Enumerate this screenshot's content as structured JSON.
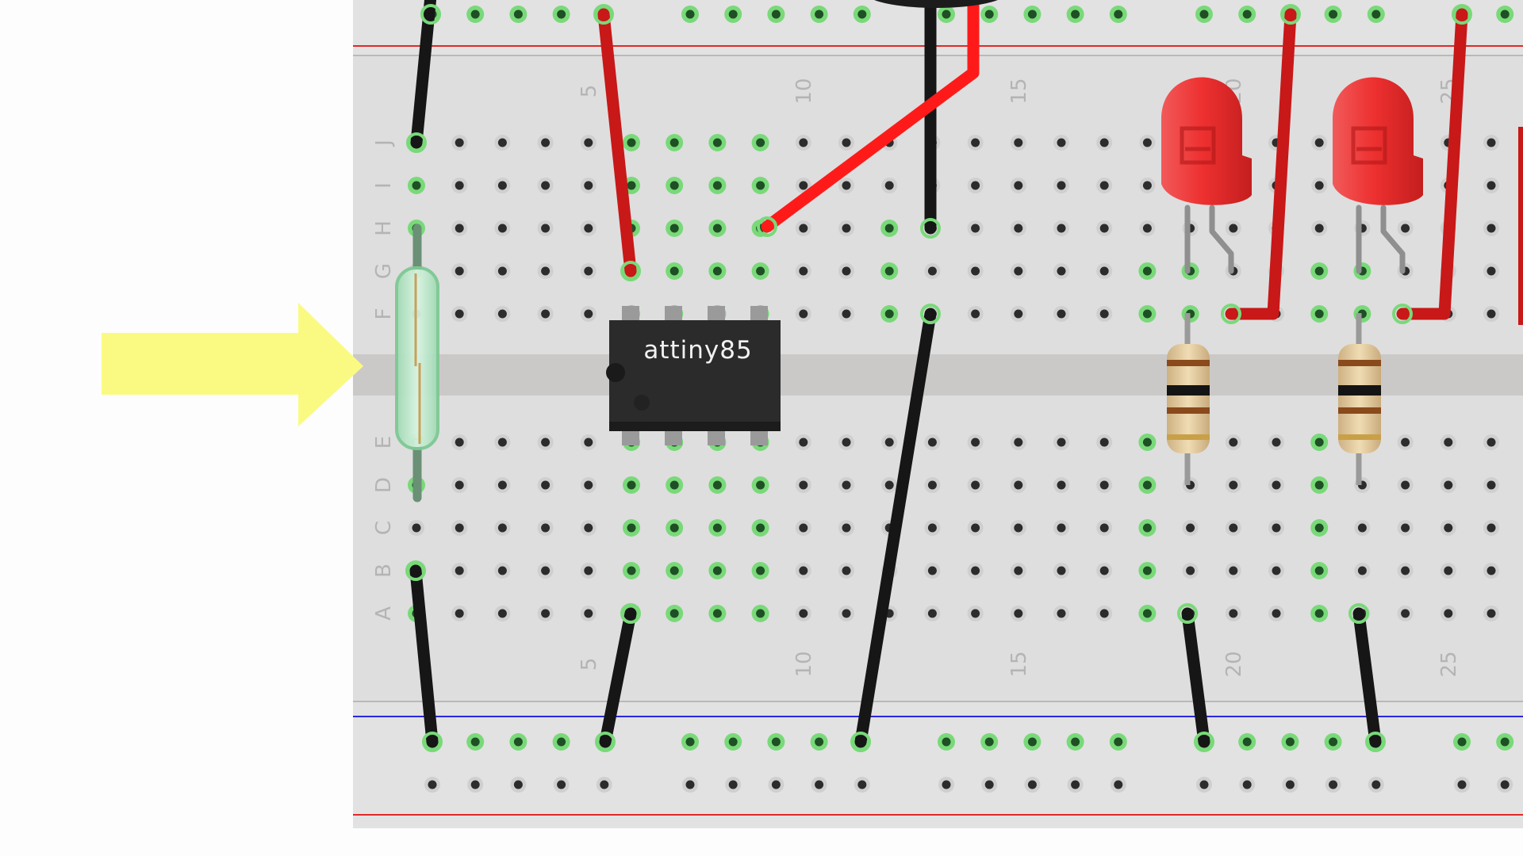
{
  "chip": {
    "label": "attiny85"
  },
  "row_labels": [
    "J",
    "I",
    "H",
    "G",
    "F",
    "E",
    "D",
    "C",
    "B",
    "A"
  ],
  "column_numbers": [
    "5",
    "10",
    "15",
    "20",
    "25"
  ],
  "colors": {
    "board": "#dedede",
    "hole": "#2c2c2c",
    "active_hole": "#79d979",
    "red_rail_line": "#e02828",
    "blue_rail_line": "#2828e0",
    "wire_red": "#c81818",
    "wire_black": "#161616",
    "arrow": "#fafa82",
    "led": "#ee3030",
    "reed_switch_glass": "#c2ecd0"
  }
}
